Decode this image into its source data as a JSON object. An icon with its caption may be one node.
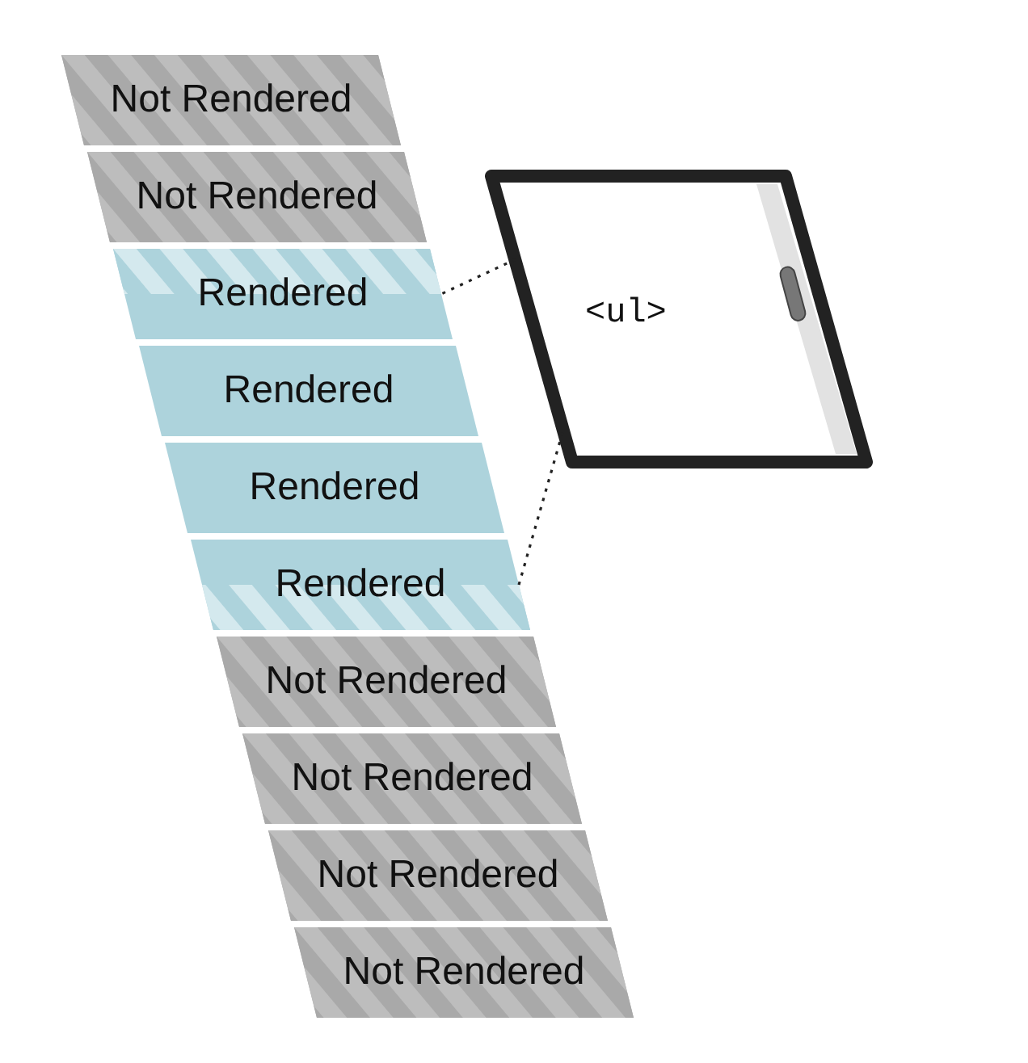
{
  "diagram": {
    "nodes": [
      {
        "text": [
          "Not Rendered"
        ]
      },
      {
        "text": [
          "Not Rendered"
        ]
      },
      {
        "text": [
          "Rendered"
        ]
      },
      {
        "text": [
          "Rendered"
        ]
      },
      {
        "text": [
          "Rendered"
        ]
      },
      {
        "text": [
          "Rendered"
        ]
      },
      {
        "text": [
          "Not Rendered"
        ]
      },
      {
        "text": [
          "Not Rendered"
        ]
      },
      {
        "text": [
          "Not Rendered"
        ]
      },
      {
        "text": [
          "Not Rendered"
        ]
      },
      {
        "text": [
          "<ul>"
        ]
      }
    ],
    "edges": [
      {
        "from": 10,
        "to": 2,
        "arrow": "none",
        "style": "dashed"
      },
      {
        "from": 10,
        "to": 5,
        "arrow": "none",
        "style": "dashed"
      }
    ]
  }
}
